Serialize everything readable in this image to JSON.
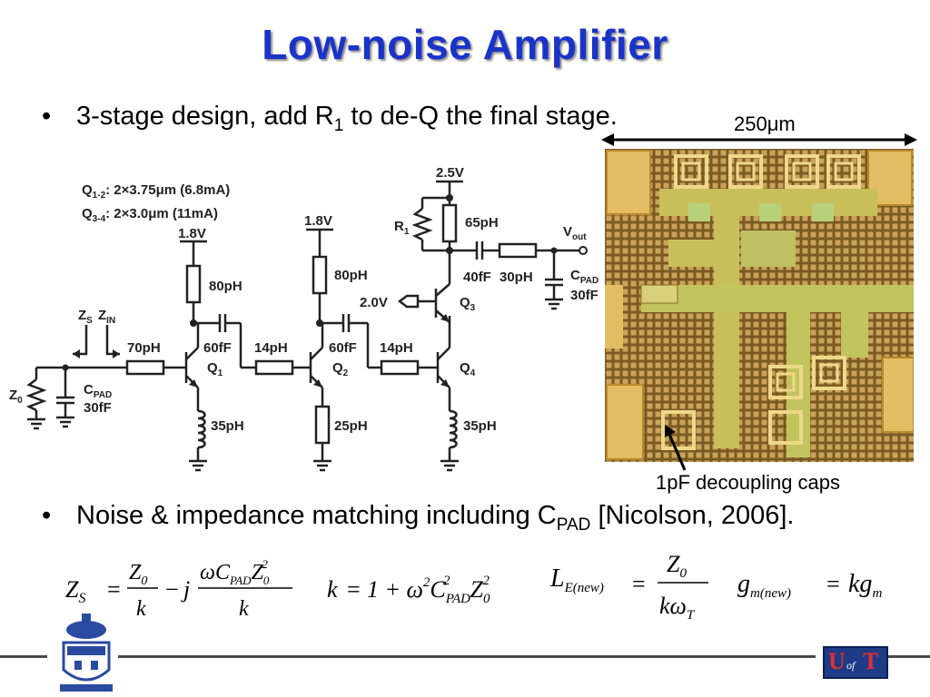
{
  "slide": {
    "title": "Low-noise Amplifier",
    "bullet1": {
      "text": "3-stage design, add R",
      "sub": "1",
      "text_after": " to de-Q the final stage."
    },
    "bullet2": {
      "text": "Noise & impedance matching including C",
      "sub": "PAD",
      "text_after": " [Nicolson, 2006]."
    },
    "bullet_glyph": "•"
  },
  "chip": {
    "width_label": "250μm",
    "caption": "1pF decoupling caps",
    "colors": {
      "substrate": "#a87d2a",
      "metal": "#c8c060",
      "trace": "#b9c45a",
      "pad": "#e8c060"
    }
  },
  "circuit": {
    "legend1": {
      "q": "Q",
      "sub": "1-2",
      "text": ": 2×3.75μm (6.8mA)"
    },
    "legend2": {
      "q": "Q",
      "sub": "3-4",
      "text": ": 2×3.0μm (11mA)"
    },
    "supply1": "1.8V",
    "supply2": "1.8V",
    "supply3": "2.5V",
    "bias": "2.0V",
    "l_80a": "80pH",
    "l_80b": "80pH",
    "l_65": "65pH",
    "l_70": "70pH",
    "l_14a": "14pH",
    "l_14b": "14pH",
    "l_30": "30pH",
    "c_60a": "60fF",
    "c_60b": "60fF",
    "c_40": "40fF",
    "l_35a": "35pH",
    "l_25": "25pH",
    "l_35b": "35pH",
    "zs": {
      "z": "Z",
      "sub": "S"
    },
    "zin": {
      "z": "Z",
      "sub": "IN"
    },
    "z0": {
      "z": "Z",
      "sub": "0"
    },
    "cpad_in": {
      "c": "C",
      "sub": "PAD",
      "val": "30fF"
    },
    "cpad_out": {
      "c": "C",
      "sub": "PAD",
      "val": "30fF"
    },
    "r1": {
      "r": "R",
      "sub": "1"
    },
    "vout": {
      "v": "V",
      "sub": "out"
    },
    "q1": {
      "q": "Q",
      "sub": "1"
    },
    "q2": {
      "q": "Q",
      "sub": "2"
    },
    "q3": {
      "q": "Q",
      "sub": "3"
    },
    "q4": {
      "q": "Q",
      "sub": "4"
    }
  },
  "equations": {
    "zs": {
      "lhs": "Z",
      "lhs_sub": "S",
      "num1": "Z",
      "num1_sub": "0",
      "den": "k",
      "j": "j",
      "num2": "ωC",
      "num2_sub": "PAD",
      "num2_z": "Z",
      "num2_zsub": "0",
      "num2_sup": "2",
      "den2": "k"
    },
    "k": {
      "lhs": "k",
      "rhs": "1 + ω",
      "sup": "2",
      "c": "C",
      "csub": "PAD",
      "csup": "2",
      "z": "Z",
      "zsub": "0",
      "zsup": "2"
    },
    "le": {
      "l": "L",
      "lsub": "E(new)",
      "num": "Z",
      "numsub": "0",
      "den": "kω",
      "densub": "T"
    },
    "gm": {
      "g": "g",
      "gsub": "m(new)",
      "rhs": "kg",
      "rhssub": "m"
    }
  },
  "logos": {
    "right": {
      "u": "U",
      "of": "of",
      "t": "T"
    }
  }
}
